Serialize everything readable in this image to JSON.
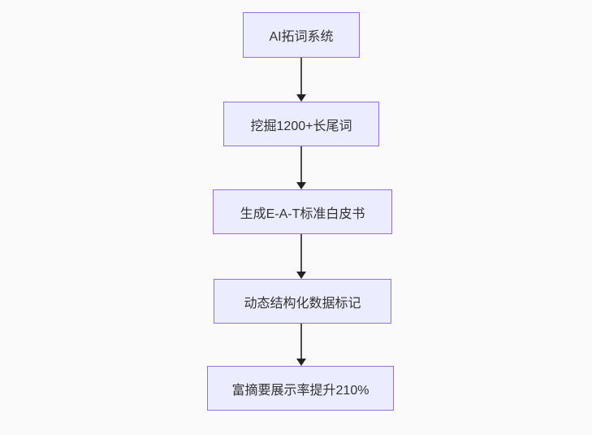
{
  "diagram": {
    "type": "flowchart",
    "direction": "top-down",
    "nodes": [
      {
        "id": "n1",
        "label": "AI拓词系统"
      },
      {
        "id": "n2",
        "label": "挖掘1200+长尾词"
      },
      {
        "id": "n3",
        "label": "生成E-A-T标准白皮书"
      },
      {
        "id": "n4",
        "label": "动态结构化数据标记"
      },
      {
        "id": "n5",
        "label": "富摘要展示率提升210%"
      }
    ],
    "edges": [
      {
        "from": "n1",
        "to": "n2"
      },
      {
        "from": "n2",
        "to": "n3"
      },
      {
        "from": "n3",
        "to": "n4"
      },
      {
        "from": "n4",
        "to": "n5"
      }
    ],
    "colors": {
      "background": "#fafafa",
      "node_fill": "#ECECFF",
      "node_border": "#9370DB",
      "edge_line": "#4e4e4e",
      "arrowhead": "#232323",
      "text": "#333333"
    }
  }
}
